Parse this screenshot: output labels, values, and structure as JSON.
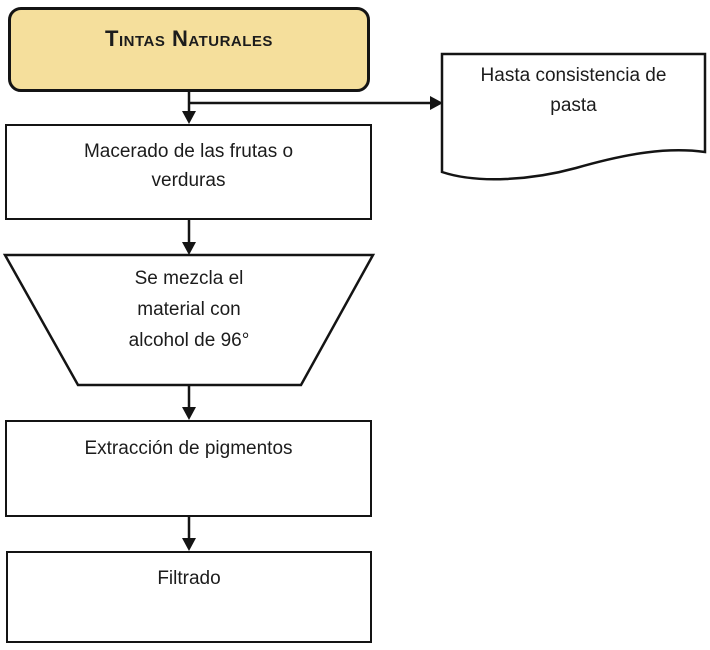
{
  "flowchart": {
    "title_node": {
      "label": "Tintas Naturales"
    },
    "nodes": {
      "macerado": {
        "shape": "process-rectangle",
        "lines": [
          "Macerado de las frutas o",
          "verduras"
        ]
      },
      "documento": {
        "shape": "document",
        "lines": [
          "Hasta consistencia de",
          "pasta"
        ]
      },
      "mezcla": {
        "shape": "inverted-trapezoid",
        "lines": [
          "Se mezcla el",
          "material con",
          "alcohol de 96°"
        ]
      },
      "extraccion": {
        "shape": "process-rectangle",
        "lines": [
          "Extracción de pigmentos"
        ]
      },
      "filtrado": {
        "shape": "process-rectangle",
        "lines": [
          "Filtrado"
        ]
      }
    },
    "colors": {
      "title_fill": "#f5df9c",
      "shape_fill": "#ffffff",
      "stroke": "#141414",
      "text": "#1c1c1c"
    }
  }
}
